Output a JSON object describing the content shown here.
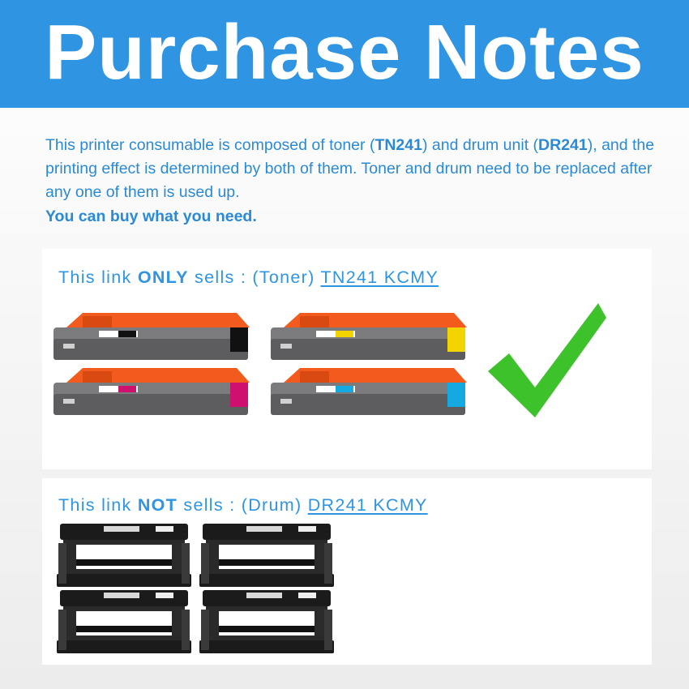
{
  "header": {
    "title": "Purchase Notes"
  },
  "intro": {
    "seg1": "This printer consumable is composed of toner (",
    "toner_code": "TN241",
    "seg2": ")  and drum unit (",
    "drum_code": "DR241",
    "seg3": "), and the printing effect is determined by both of them. Toner and drum need to be replaced after any one of them is used up.",
    "buy_note": "You can buy what you need."
  },
  "toner_panel": {
    "prefix": "This link ",
    "emphasis": "ONLY",
    "middle": " sells : (Toner) ",
    "product": "TN241 KCMY",
    "items": [
      {
        "color_name": "black",
        "accent": "#111111"
      },
      {
        "color_name": "yellow",
        "accent": "#f2d500"
      },
      {
        "color_name": "magenta",
        "accent": "#d0106e"
      },
      {
        "color_name": "cyan",
        "accent": "#14a9e0"
      }
    ],
    "check_icon": "green-checkmark-icon",
    "check_color": "#3ec22b"
  },
  "drum_panel": {
    "prefix": "This link ",
    "emphasis": "NOT",
    "middle": " sells : (Drum) ",
    "product": "DR241 KCMY"
  },
  "colors": {
    "header_bg": "#2f95e2",
    "text_blue": "#2a8ad6",
    "orange_cap": "#f25a1e"
  }
}
